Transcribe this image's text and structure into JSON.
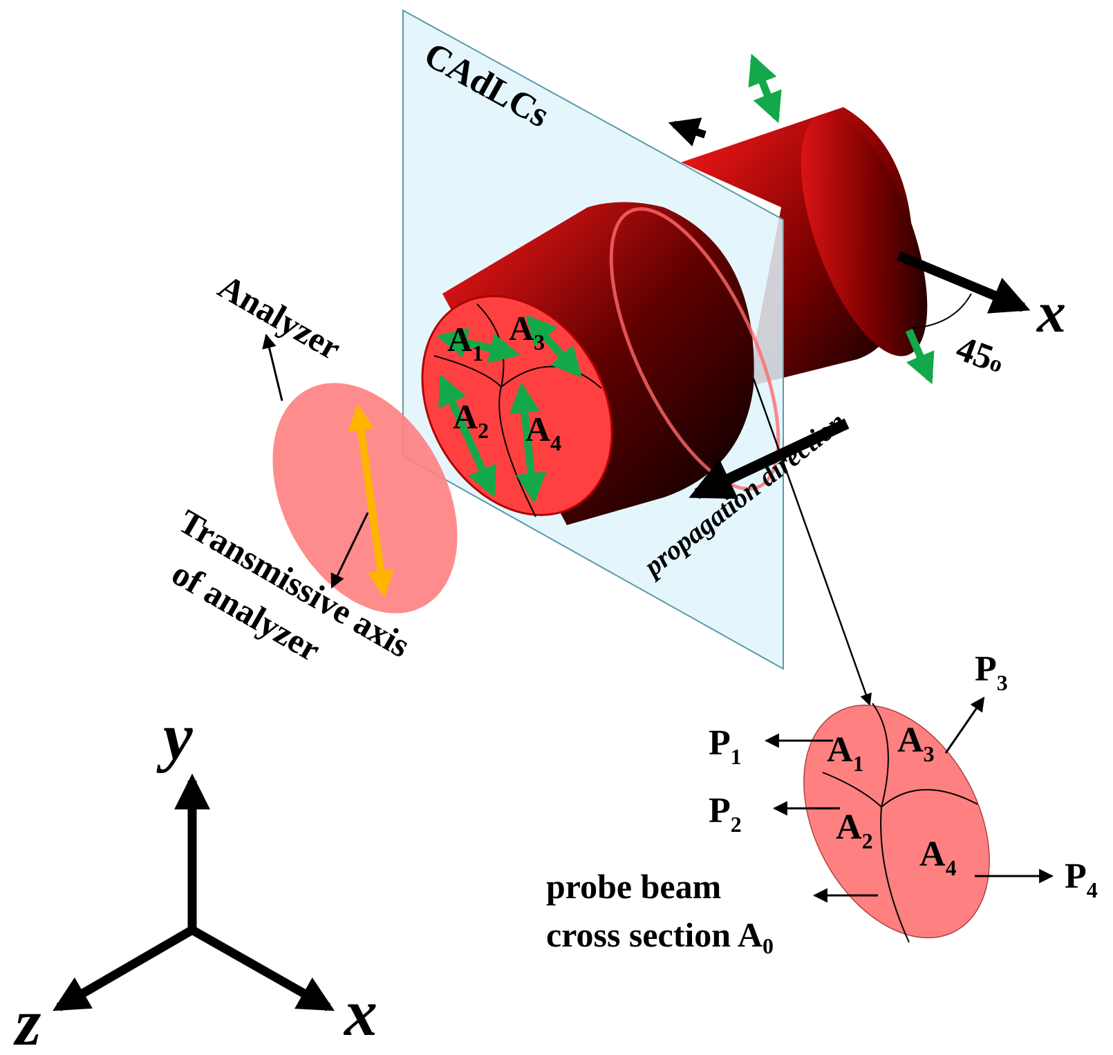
{
  "labels": {
    "plate": "CAdLCs",
    "analyzer": "Analyzer",
    "transmissive_line1": "Transmissive axis",
    "transmissive_line2": "of analyzer",
    "propagation": "propagation direction",
    "angle_value": "45",
    "angle_sup": "o",
    "probe_line1": "probe beam",
    "probe_line2_main": "cross section A",
    "probe_line2_sub": "0"
  },
  "regions": {
    "beam_face": [
      {
        "letter": "A",
        "sub": "1"
      },
      {
        "letter": "A",
        "sub": "2"
      },
      {
        "letter": "A",
        "sub": "3"
      },
      {
        "letter": "A",
        "sub": "4"
      }
    ],
    "cross_section": [
      {
        "letter": "A",
        "sub": "1"
      },
      {
        "letter": "A",
        "sub": "2"
      },
      {
        "letter": "A",
        "sub": "3"
      },
      {
        "letter": "A",
        "sub": "4"
      }
    ]
  },
  "powers": [
    {
      "letter": "P",
      "sub": "1"
    },
    {
      "letter": "P",
      "sub": "2"
    },
    {
      "letter": "P",
      "sub": "3"
    },
    {
      "letter": "P",
      "sub": "4"
    }
  ],
  "axes": {
    "x": "x",
    "y": "y",
    "z": "z",
    "beam_x": "x"
  },
  "colors": {
    "beam_red": "#ff1a1a",
    "beam_face": "#ff4040",
    "plate": "#dff4fb",
    "disk_pink": "#ff8080",
    "polarization_green": "#13a84a",
    "analyzer_axis_yellow": "#ffb400"
  }
}
